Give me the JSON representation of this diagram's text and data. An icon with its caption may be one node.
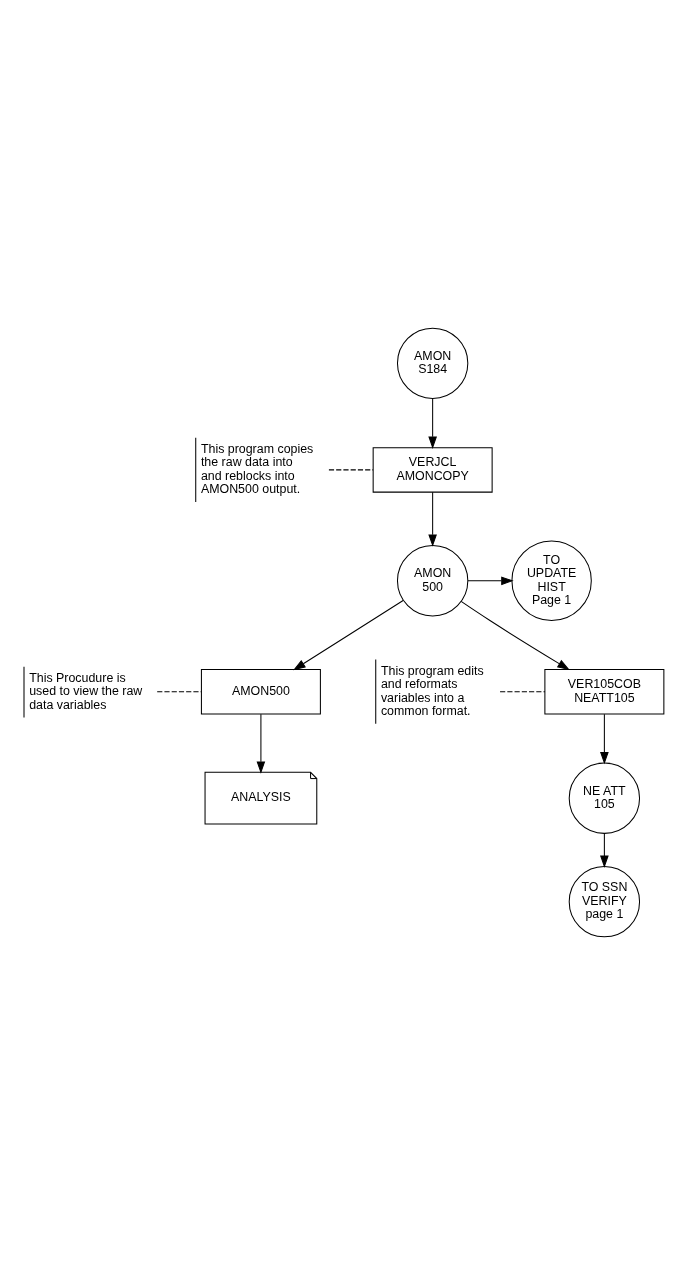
{
  "diagram": {
    "nodes": [
      {
        "text": [
          "AMON S184"
        ]
      },
      {
        "text": [
          "VERJCL AMONCOPY"
        ]
      },
      {
        "text": [
          "This program copies the raw data into and reblocks into AMON500 output."
        ]
      },
      {
        "text": [
          "AMON 500"
        ]
      },
      {
        "text": [
          "TO UPDATE HIST Page 1"
        ]
      },
      {
        "text": [
          "AMON500"
        ]
      },
      {
        "text": [
          "ANALYSIS"
        ]
      },
      {
        "text": [
          "This Procudure is used to view the raw data variables"
        ]
      },
      {
        "text": [
          "VER105COB NEATT105"
        ]
      },
      {
        "text": [
          "This program edits and reformats variables into a common format."
        ]
      },
      {
        "text": [
          "NE ATT 105"
        ]
      },
      {
        "text": [
          "TO SSN VERIFY page 1"
        ]
      }
    ],
    "edges": [
      {
        "from": 0,
        "to": 1,
        "arrow": "to"
      },
      {
        "from": 2,
        "to": 1,
        "arrow": "none",
        "style": "dashed"
      },
      {
        "from": 1,
        "to": 3,
        "arrow": "to"
      },
      {
        "from": 3,
        "to": 4,
        "arrow": "to"
      },
      {
        "from": 3,
        "to": 5,
        "arrow": "to"
      },
      {
        "from": 3,
        "to": 8,
        "arrow": "to"
      },
      {
        "from": 5,
        "to": 6,
        "arrow": "to"
      },
      {
        "from": 7,
        "to": 5,
        "arrow": "none",
        "style": "dashed"
      },
      {
        "from": 8,
        "to": 10,
        "arrow": "to"
      },
      {
        "from": 9,
        "to": 8,
        "arrow": "none",
        "style": "dashed"
      },
      {
        "from": 10,
        "to": 11,
        "arrow": "to"
      }
    ]
  }
}
